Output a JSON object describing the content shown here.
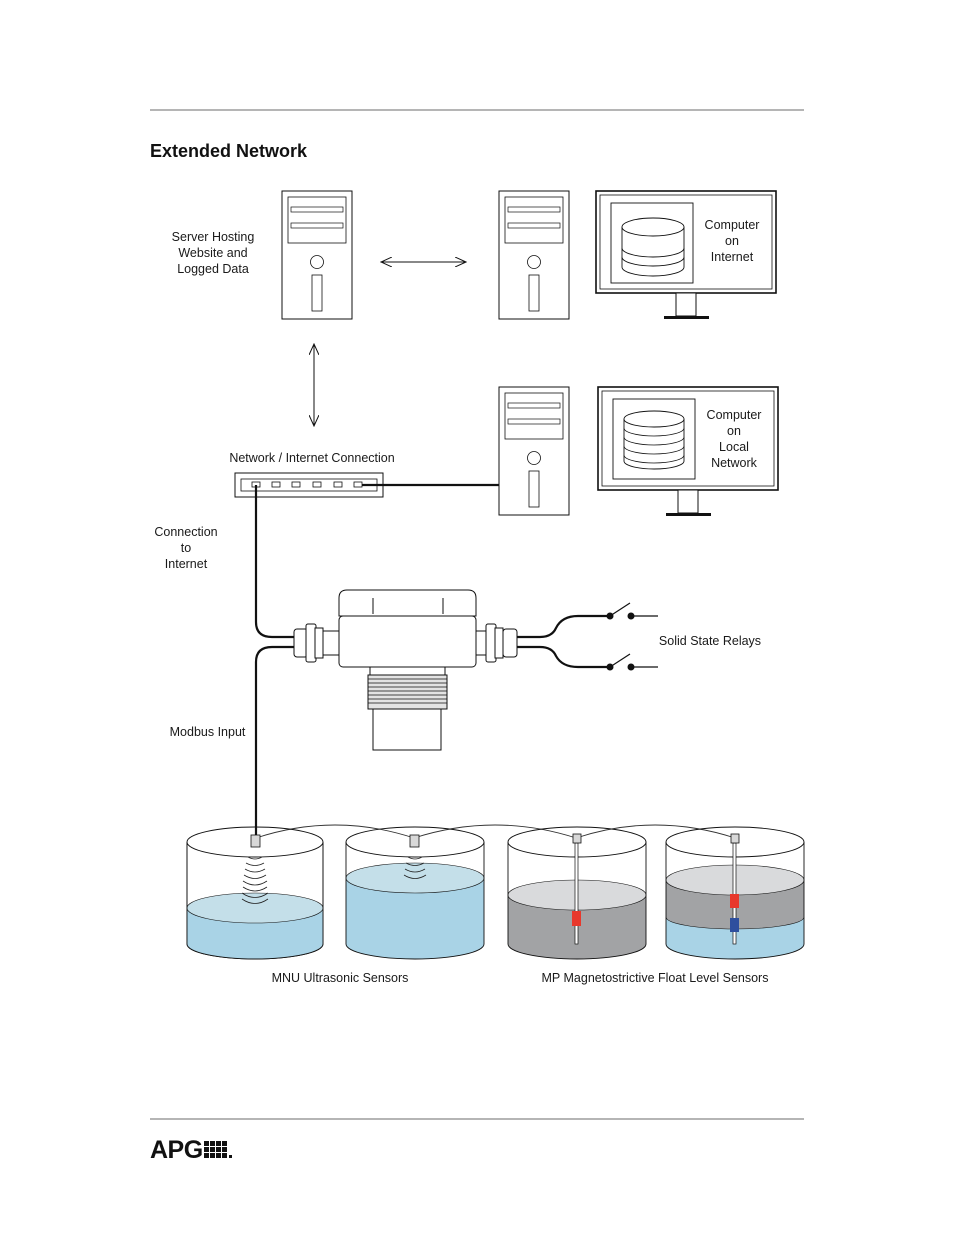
{
  "heading": "Extended Network",
  "labels": {
    "server": [
      "Server Hosting",
      "Website and",
      "Logged Data"
    ],
    "computer_internet": [
      "Computer",
      "on",
      "Internet"
    ],
    "computer_local": [
      "Computer",
      "on",
      "Local",
      "Network"
    ],
    "network_connection": "Network / Internet Connection",
    "connection_internet": [
      "Connection",
      "to",
      "Internet"
    ],
    "solid_state_relays": "Solid State Relays",
    "modbus_input": "Modbus Input",
    "mnu_sensors": "MNU Ultrasonic Sensors",
    "mp_sensors": "MP Magnetostrictive Float Level Sensors"
  },
  "footer": {
    "logo_text": "APG"
  },
  "colors": {
    "water": "#a9d3e6",
    "water_surface": "#c4dfe9",
    "oil": "#a2a3a5",
    "oil_surface": "#d9dadc",
    "float_red": "#e8382c",
    "float_blue": "#2e4f9e",
    "rule": "#b5b5b5"
  },
  "icons": [
    "server-icon",
    "computer-tower-icon",
    "monitor-icon",
    "database-icon",
    "ethernet-switch-icon",
    "transmitter-icon",
    "relay-switch-icon",
    "tank-icon",
    "apg-logo-icon"
  ]
}
